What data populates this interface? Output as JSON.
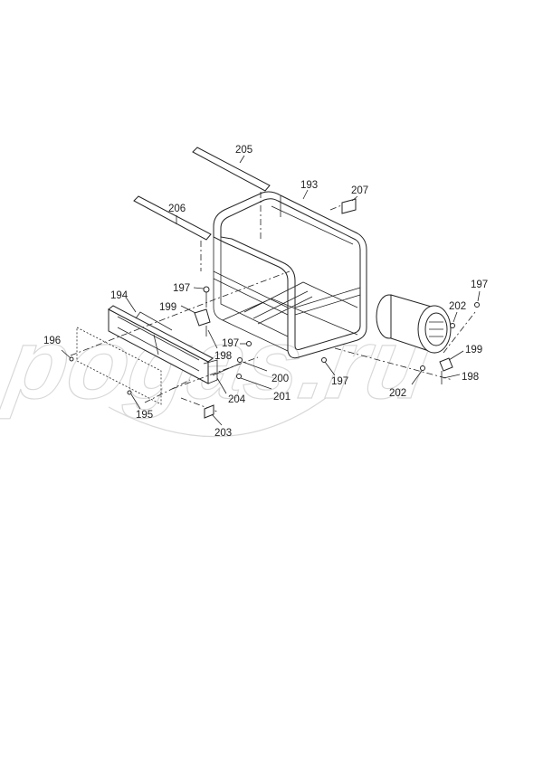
{
  "diagram": {
    "watermark": "pogas.ru",
    "callouts": [
      {
        "id": "frame",
        "label": "193"
      },
      {
        "id": "panel",
        "label": "194"
      },
      {
        "id": "cover",
        "label": "195"
      },
      {
        "id": "screw-left",
        "label": "196"
      },
      {
        "id": "nut-top",
        "label": "197"
      },
      {
        "id": "nut-mid",
        "label": "197"
      },
      {
        "id": "nut-bottom",
        "label": "197"
      },
      {
        "id": "nut-right",
        "label": "197"
      },
      {
        "id": "bolt-left",
        "label": "198"
      },
      {
        "id": "bolt-right",
        "label": "198"
      },
      {
        "id": "mount-left",
        "label": "199"
      },
      {
        "id": "mount-right",
        "label": "199"
      },
      {
        "id": "bolt-200",
        "label": "200"
      },
      {
        "id": "washer-201",
        "label": "201"
      },
      {
        "id": "nut-202-top",
        "label": "202"
      },
      {
        "id": "nut-202-bottom",
        "label": "202"
      },
      {
        "id": "rail-203",
        "label": "203"
      },
      {
        "id": "rail-204",
        "label": "204"
      },
      {
        "id": "rod-205",
        "label": "205"
      },
      {
        "id": "label-206",
        "label": "206"
      },
      {
        "id": "label-207",
        "label": "207"
      }
    ]
  }
}
